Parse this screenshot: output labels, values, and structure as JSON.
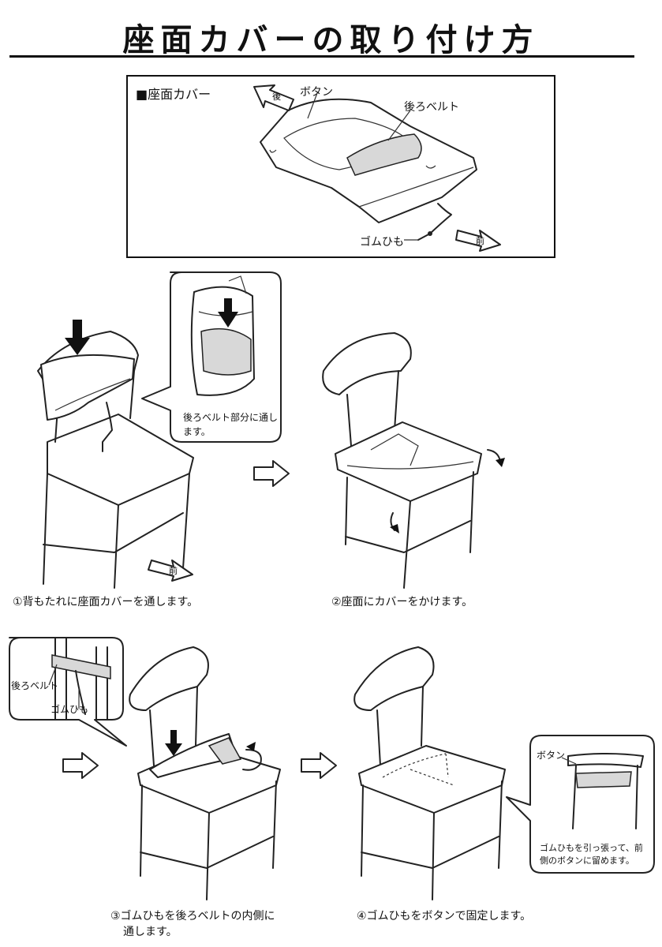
{
  "title": "座面カバーの取り付け方",
  "cover_box": {
    "heading": "■座面カバー",
    "labels": {
      "button": "ボタン",
      "back_belt": "後ろベルト",
      "rubber_cord": "ゴムひも"
    },
    "arrow_back": "後",
    "arrow_front": "前"
  },
  "step1": {
    "caption": "①背もたれに座面カバーを通します。",
    "note_line1": "後ろベルト部分に通し",
    "note_line2": "ます。",
    "arrow_front": "前"
  },
  "step2": {
    "caption": "②座面にカバーをかけます。"
  },
  "step3": {
    "caption_line1": "③ゴムひもを後ろベルトの内側に",
    "caption_line2": "通します。",
    "labels": {
      "back_belt": "後ろベルト",
      "rubber_cord": "ゴムひも"
    }
  },
  "step4": {
    "caption": "④ゴムひもをボタンで固定します。",
    "labels": {
      "button": "ボタン"
    },
    "note_line1": "ゴムひもを引っ張って、前",
    "note_line2": "側のボタンに留めます。"
  }
}
